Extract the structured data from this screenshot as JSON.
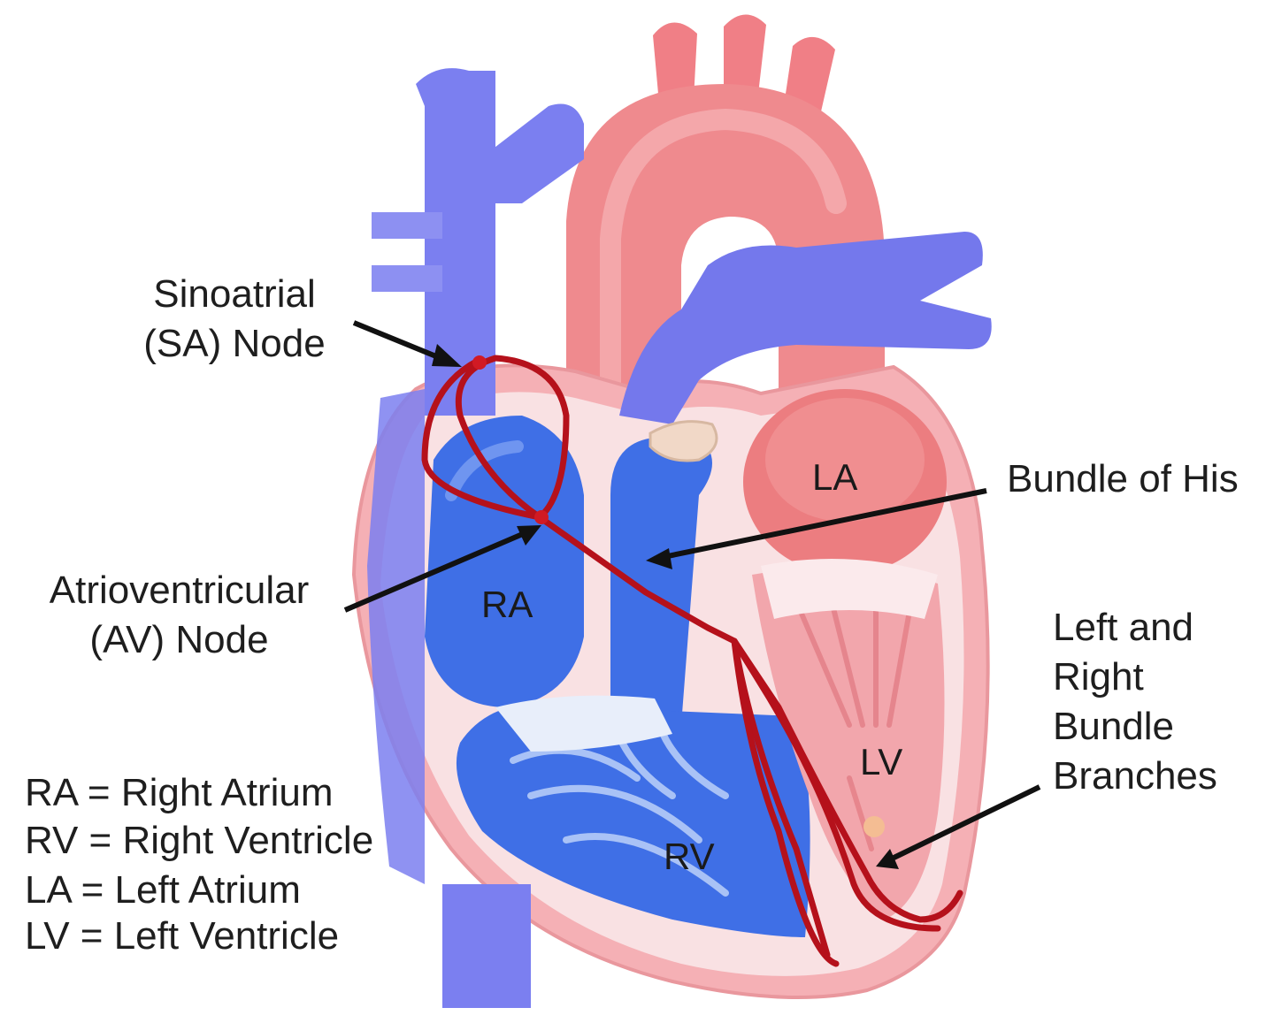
{
  "labels": {
    "sa_node": [
      "Sinoatrial",
      "(SA) Node"
    ],
    "av_node": [
      "Atrioventricular",
      "(AV) Node"
    ],
    "bundle_of_his": "Bundle of His",
    "bundle_branches": [
      "Left and",
      "Right",
      "Bundle",
      "Branches"
    ]
  },
  "chambers": {
    "ra": "RA",
    "rv": "RV",
    "la": "LA",
    "lv": "LV"
  },
  "legend": [
    "RA = Right Atrium",
    "RV = Right Ventricle",
    "LA = Left Atrium",
    "LV = Left Ventricle"
  ],
  "colors": {
    "vein_blue": "#7b7ff0",
    "chamber_blue": "#3f6fe6",
    "artery_red": "#ef8588",
    "tissue_pink": "#f9e1e3",
    "conduction_red": "#b5111b",
    "pointer_black": "#111111"
  }
}
